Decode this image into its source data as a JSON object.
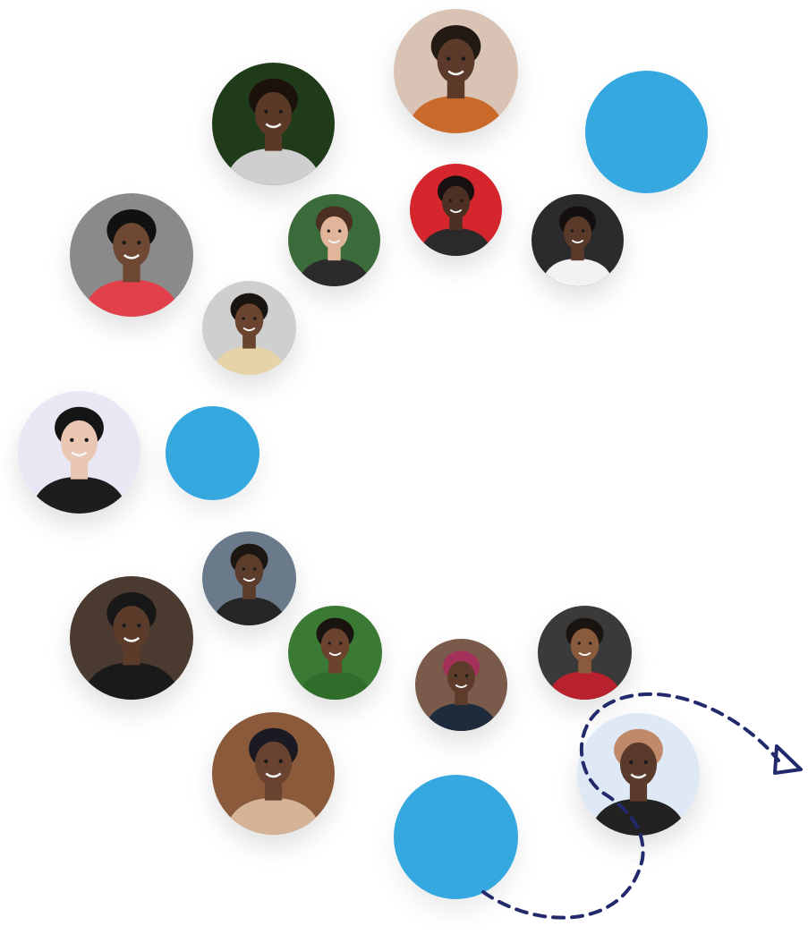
{
  "colors": {
    "accent_dot": "#35a8e0",
    "connector": "#232a6b",
    "background": "#ffffff"
  },
  "avatars": [
    {
      "id": "a1",
      "skin": "#5a3a26",
      "hair": "#1b120c",
      "shirt": "#cfcfcf",
      "bg": "#1f3b1a"
    },
    {
      "id": "a2",
      "skin": "#5b3a29",
      "hair": "#231a14",
      "shirt": "#c96a2a",
      "bg": "#d8c3b5"
    },
    {
      "id": "a3",
      "skin": "#6e4833",
      "hair": "#111111",
      "shirt": "#e2404a",
      "bg": "#8a8a8a"
    },
    {
      "id": "a4",
      "skin": "#e0b59a",
      "hair": "#4a2f22",
      "shirt": "#2b2b2b",
      "bg": "#3b6a3b"
    },
    {
      "id": "a5",
      "skin": "#4b3023",
      "hair": "#161010",
      "shirt": "#2a2a2a",
      "bg": "#d5262e"
    },
    {
      "id": "a6",
      "skin": "#5a3a29",
      "hair": "#141010",
      "shirt": "#f2f2f2",
      "bg": "#2b2b2b"
    },
    {
      "id": "a7",
      "skin": "#6a442f",
      "hair": "#1a1410",
      "shirt": "#e7d3a8",
      "bg": "#cfcfcf"
    },
    {
      "id": "a8",
      "skin": "#e9c7b2",
      "hair": "#151515",
      "shirt": "#1d1d1d",
      "bg": "#e9e7f4"
    },
    {
      "id": "a9",
      "skin": "#5c3d2c",
      "hair": "#1b1612",
      "shirt": "#252525",
      "bg": "#6b7a8a"
    },
    {
      "id": "a10",
      "skin": "#5b3b2a",
      "hair": "#171717",
      "shirt": "#1a1a1a",
      "bg": "#4a3a30"
    },
    {
      "id": "a11",
      "skin": "#6b432e",
      "hair": "#1a1410",
      "shirt": "#2f6e2a",
      "bg": "#3a7a34"
    },
    {
      "id": "a12",
      "skin": "#5e3c2b",
      "hair": "#a3315a",
      "shirt": "#1d2b3c",
      "bg": "#7a5a4a"
    },
    {
      "id": "a13",
      "skin": "#8a5a3d",
      "hair": "#1a1410",
      "shirt": "#b8212d",
      "bg": "#3a3a3a"
    },
    {
      "id": "a14",
      "skin": "#6a4330",
      "hair": "#1b1a22",
      "shirt": "#d4b397",
      "bg": "#8a5a3a"
    },
    {
      "id": "a15",
      "skin": "#5a3a2a",
      "hair": "#c08a6a",
      "shirt": "#222222",
      "bg": "#dfe8f5"
    }
  ]
}
